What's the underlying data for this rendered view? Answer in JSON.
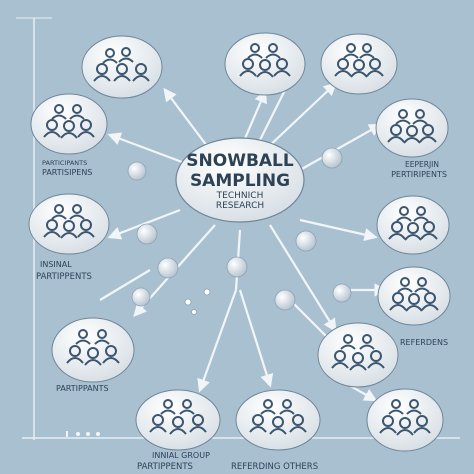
{
  "center": {
    "title_line1": "SNOWBALL",
    "title_line2": "SAMPLING",
    "sub_line1": "TECHNICH",
    "sub_line2": "RESEARCH"
  },
  "labels": {
    "left_top_small": "PARTICIPANTS",
    "left_top": "PARTISIPENS",
    "right_top_1": "EEPERJIN",
    "right_top_2": "PERTIRIPENTS",
    "left_mid_1": "INSINAL",
    "left_mid_2": "PARTIPPENTS",
    "right_low": "REFERDENS",
    "left_low": "PARTIPPANTS",
    "bottom_left_1": "INNIAL GROUP",
    "bottom_left_2": "PARTIPPENTS",
    "bottom_right": "REFERDING OTHERS"
  },
  "colors": {
    "background": "#a9c0d1",
    "node_fill": "#eef2f4",
    "outline": "#3c5670",
    "arrow": "#f2f5f7"
  }
}
